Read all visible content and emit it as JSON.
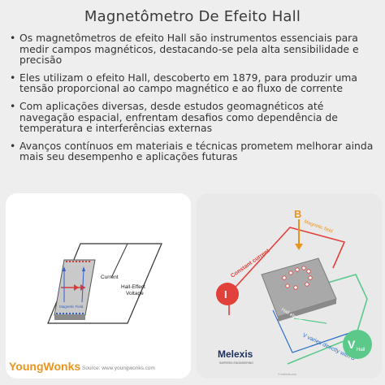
{
  "page": {
    "title": "Magnetômetro De Efeito Hall",
    "bullets": [
      "Os magnetômetros de efeito Hall são instrumentos essenciais para medir campos magnéticos, destacando-se pela alta sensibilidade e precisão",
      "Eles utilizam o efeito Hall, descoberto em 1879, para produzir uma tensão proporcional ao campo magnético e ao fluxo de corrente",
      "Com aplicações diversas, desde estudos geomagnéticos até navegação espacial, enfrentam desafios como dependência de temperatura e interferências externas",
      "Avanços contínuos em materiais e técnicas prometem melhorar ainda mais seu desempenho e aplicações futuras"
    ]
  },
  "left_image": {
    "current_label": "Current",
    "voltage_label_line1": "Hall-Effect",
    "voltage_label_line2": "Voltage",
    "field_label": "Magnetic Field",
    "logo_text": "YoungWonks",
    "source_text": "Source: www.youngwonks.com"
  },
  "right_image": {
    "b_letter": "B",
    "b_label": "Magnetic field",
    "constant_current_label": "Constant current",
    "i_label": "I",
    "hall_element_label": "Hall element",
    "vary_label": "V varies directly with B",
    "vh_label": "V",
    "vh_sub": "Hall",
    "logo_text": "Melexis",
    "logo_sub": "INSPIRED ENGINEERING",
    "corner_text": "© melexis.com"
  },
  "colors": {
    "background": "#eeeeee",
    "panel": "#ffffff",
    "red": "#e2403a",
    "green": "#5bc98a",
    "blue": "#2f6fc9",
    "youngwonks_orange": "#e8951e"
  }
}
